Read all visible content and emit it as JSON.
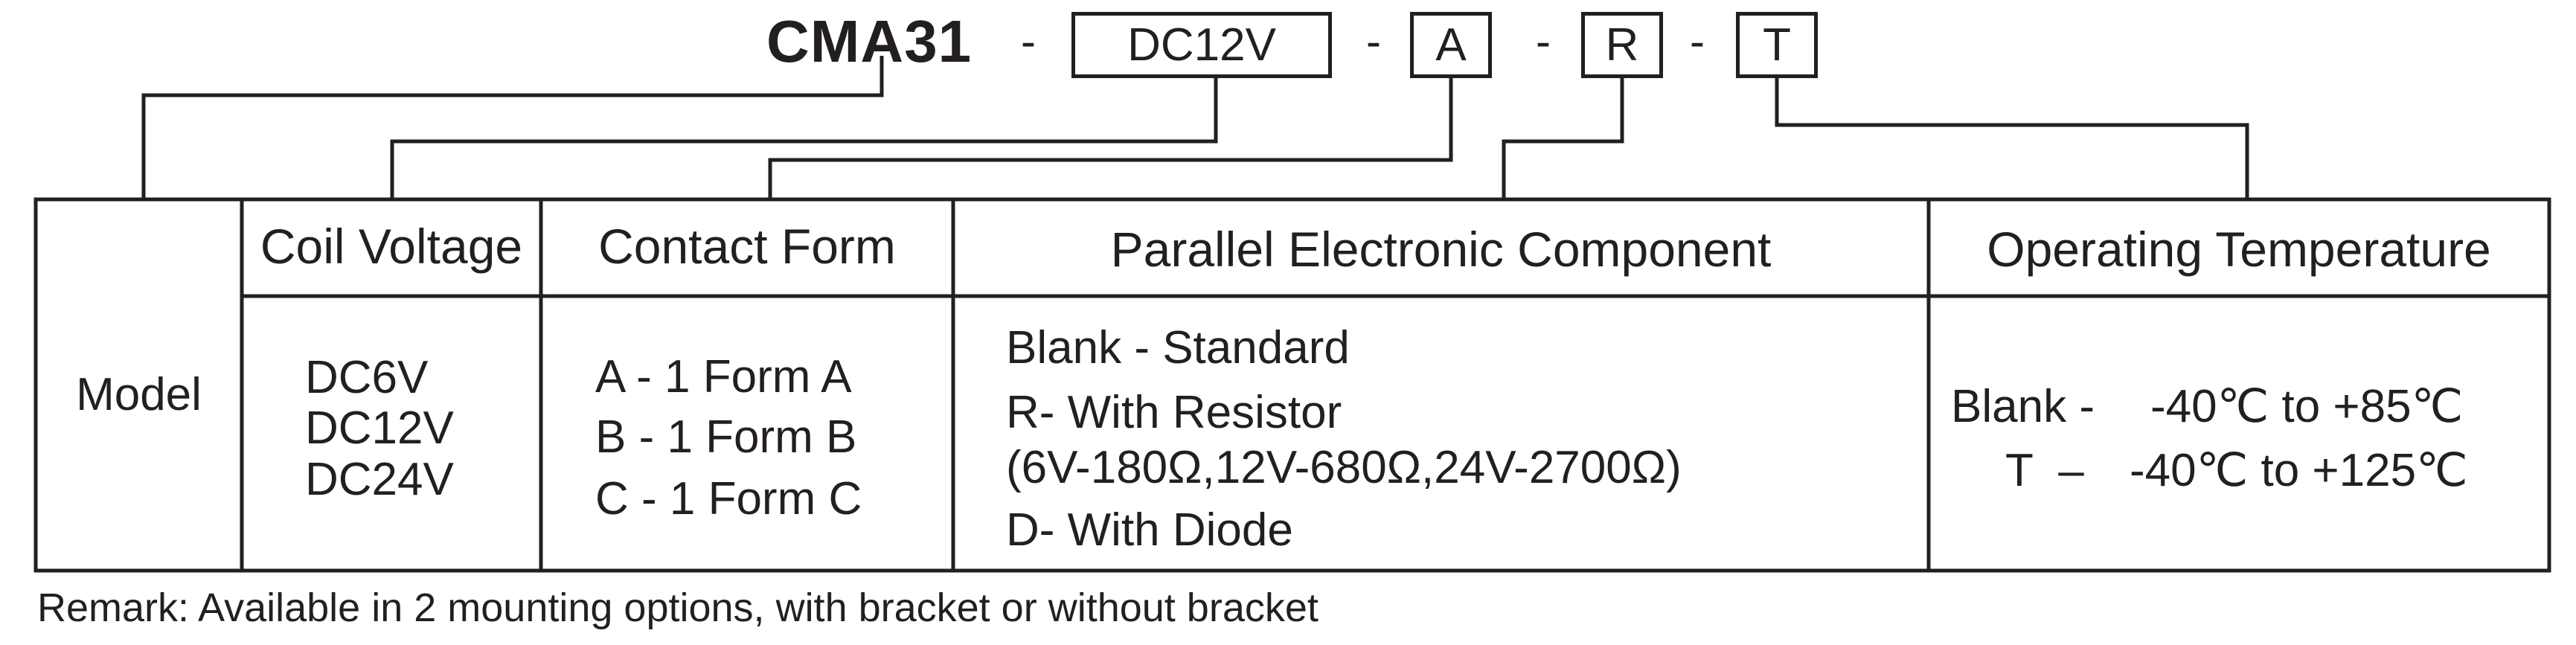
{
  "model_code": {
    "prefix": "CMA31",
    "dash": "-",
    "coil_voltage_code": "DC12V",
    "contact_form_code": "A",
    "component_code": "R",
    "temperature_code": "T"
  },
  "table": {
    "model_label": "Model",
    "headers": {
      "coil_voltage": "Coil Voltage",
      "contact_form": "Contact Form",
      "parallel_component": "Parallel Electronic Component",
      "operating_temperature": "Operating Temperature"
    },
    "coil_voltage_options": [
      "DC6V",
      "DC12V",
      "DC24V"
    ],
    "contact_form_options": [
      "A - 1 Form A",
      "B - 1 Form B",
      "C - 1 Form C"
    ],
    "component_options": [
      "Blank - Standard",
      "R- With Resistor",
      "(6V-180Ω,12V-680Ω,24V-2700Ω)",
      "D-  With Diode"
    ],
    "temperature_options": {
      "blank_code": "Blank -",
      "blank_range": "-40℃  to +85℃",
      "t_code": "T  –",
      "t_range": "-40℃  to +125℃"
    }
  },
  "remark": "Remark: Available in 2 mounting options, with bracket or without bracket"
}
